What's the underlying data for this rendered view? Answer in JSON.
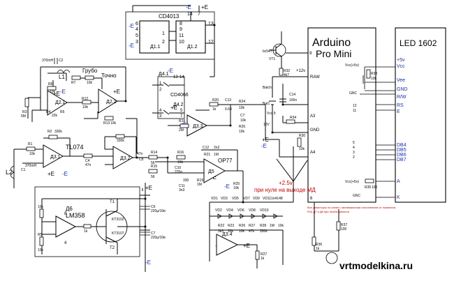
{
  "chips": {
    "cd4013": {
      "name": "CD4013",
      "d1": "Д1.1",
      "d2": "Д1.2",
      "pins": [
        "6",
        "4",
        "5",
        "3",
        "1",
        "2",
        "8",
        "9",
        "11",
        "13",
        "12",
        "10",
        "14",
        "7"
      ]
    },
    "cd4066": {
      "name": "CD4066",
      "d41": "Д4.1",
      "d42": "Д4.2",
      "pins": [
        "13",
        "14",
        "1",
        "2",
        "5",
        "4",
        "3",
        "7"
      ]
    },
    "arduino": {
      "title1": "Arduino",
      "title2": "Pro Mini",
      "pins": {
        "p9": "9",
        "raw": "RAW",
        "a3": "A3",
        "gnd": "GND",
        "a4": "A4",
        "p6": "6",
        "v12": "+12v"
      }
    },
    "lcd": {
      "title": "LED 1602",
      "pins": [
        "+5v",
        "Vcc",
        "Vee",
        "GND",
        "R/W",
        "RS",
        "E",
        "DB4",
        "DB5",
        "DB6",
        "DB7",
        "A",
        "K"
      ],
      "nums": [
        "12",
        "11",
        "5",
        "4",
        "3",
        "2"
      ],
      "left": [
        "Vcc(+5v)",
        "GNC",
        "Vcc(+5v)",
        "GNC"
      ]
    },
    "lm358": {
      "label1": "Д6",
      "label2": "LM358",
      "p8": "8",
      "p4": "4"
    },
    "tl074": {
      "label": "TL074"
    },
    "op77": {
      "label": "OP77",
      "d5": "Д5"
    }
  },
  "opamps": {
    "d21": "Д2.1",
    "d22": "Д2.2",
    "d31": "Д3.1",
    "d32": "Д3.2",
    "d33": "Д3.3",
    "d34": "Д3.4"
  },
  "controls": {
    "coarse": "Грубо",
    "fine": "Точно",
    "batch": "Batch",
    "bat": "Bat1",
    "v12": "12V",
    "vcc9": "Vcc 9"
  },
  "coils": {
    "l1": "L1",
    "l2": "L2"
  },
  "supply": {
    "plus_e": "+E",
    "minus_e": "-E",
    "plus_e_bottom": "+E"
  },
  "transistors": {
    "vt1": "VT1",
    "bc547": "bc547",
    "t1": "T1",
    "t2": "T2",
    "kt1": "KT3102",
    "kt2": "KT3107"
  },
  "components": {
    "r1": "R1",
    "r2": "R2",
    "r3": "R3",
    "r4": "R4",
    "r5": "R5",
    "r6": "R6",
    "r7": "R7",
    "r10": "R10",
    "r12": "R12",
    "r13": "R13",
    "r14": "R14",
    "r15": "R15",
    "r16": "R16",
    "r18": "R18",
    "r19": "R19",
    "r20": "R20",
    "r21": "R21",
    "r22": "R22",
    "r23": "R23",
    "r24": "R24",
    "r25": "R25",
    "r26": "R26",
    "r27": "R27",
    "r28": "R28",
    "r30": "R30",
    "r32": "R32",
    "r34": "R34",
    "r35": "R35",
    "r36": "R36",
    "r37": "R37",
    "r38": "R38",
    "c1": "C1",
    "c2": "C2",
    "c3": "C3",
    "c4": "C4",
    "c6": "C6",
    "c7": "C7",
    "c8": "C8",
    "c10": "C10",
    "c11": "C11",
    "c12": "C12",
    "c13": "C13",
    "c14": "C14"
  },
  "values": {
    "v10k": "10k",
    "v330k": "330k",
    "v5m": "5M",
    "v47n": "47n",
    "v100n": "100n",
    "v220u": "220µ/10в",
    "v56": "56",
    "v1k": "1k",
    "v4k7": "4k7",
    "v33k": "33k",
    "v1m": "1M",
    "v2m": "2M",
    "v220n": "220n",
    "v0_68": "0.68",
    "v2n2": "2n2",
    "v22k": "22k",
    "v1n4148": "1n4148",
    "v100": "100",
    "v330": "330",
    "v270mh": "370mH",
    "v3k3": "3k3",
    "v4k7b": "4k7",
    "v47k": "47k",
    "v3n3": "3n3",
    "v330a": "330"
  },
  "diodes": [
    "VD1",
    "VD2",
    "VD3",
    "VD4",
    "VD5",
    "VD6",
    "VD7",
    "VD8",
    "VD9",
    "VD10",
    "VD11"
  ],
  "annotations": {
    "zero_note1": "+2.5v",
    "zero_note2": "при нуле на выходе МД",
    "footnote1": "Все резисторы по схеме с минимальным отклонением от номинала",
    "footnote2": "R16 Д7 и Д8 при необходимости"
  },
  "pin_numbers": [
    "1",
    "2",
    "3",
    "4",
    "5",
    "6",
    "7",
    "8",
    "9",
    "10",
    "11",
    "12",
    "13",
    "14"
  ],
  "watermark": "vrtmodelkina.ru",
  "colors": {
    "wire": "#000000",
    "blue_label": "#1a2ea8",
    "red_label": "#c00000",
    "background": "#ffffff"
  }
}
